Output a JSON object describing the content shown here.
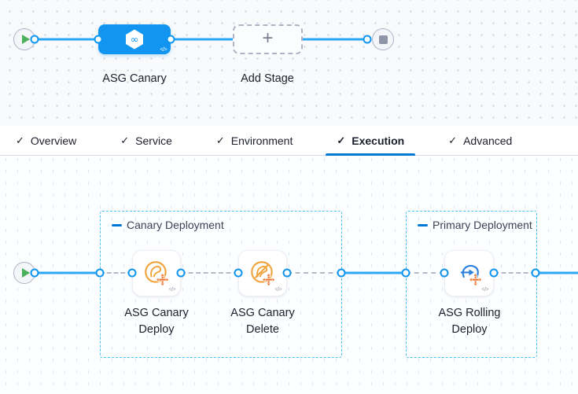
{
  "pipeline_graph": {
    "stage_label": "ASG Canary",
    "add_stage_label": "Add Stage",
    "plus_glyph": "+",
    "code_glyph": "</>",
    "infinity_glyph": "∞"
  },
  "tabs": {
    "check_glyph": "✓",
    "items": [
      {
        "label": "Overview",
        "active": false
      },
      {
        "label": "Service",
        "active": false
      },
      {
        "label": "Environment",
        "active": false
      },
      {
        "label": "Execution",
        "active": true
      },
      {
        "label": "Advanced",
        "active": false
      }
    ]
  },
  "execution_graph": {
    "code_glyph": "</>",
    "groups": [
      {
        "title": "Canary Deployment"
      },
      {
        "title": "Primary Deployment"
      }
    ],
    "steps": [
      {
        "label": "ASG Canary Deploy",
        "icon": "asg-canary-deploy-icon"
      },
      {
        "label": "ASG Canary Delete",
        "icon": "asg-canary-delete-icon"
      },
      {
        "label": "ASG Rolling Deploy",
        "icon": "asg-rolling-deploy-icon"
      }
    ]
  },
  "colors": {
    "accent_blue": "#0278d5",
    "line_blue": "#2aa7f5",
    "stage_node_blue": "#1295f0",
    "group_border_cyan": "#4ac2f3",
    "icon_orange": "#f1a33b",
    "icon_deep_orange": "#ed6f28",
    "icon_blue": "#2b7fdd",
    "play_green": "#4db05c",
    "stop_gray": "#8f94a7"
  }
}
